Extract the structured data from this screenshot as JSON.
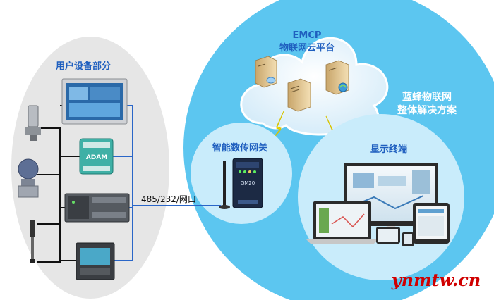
{
  "left_panel": {
    "title": "用户设备部分"
  },
  "cloud": {
    "line1": "EMCP",
    "line2": "物联网云平台"
  },
  "solution": {
    "line1": "蓝蜂物联网",
    "line2": "整体解决方案"
  },
  "gateway": {
    "title": "智能数传网关",
    "device_label": "GM20"
  },
  "display": {
    "title": "显示终端"
  },
  "link": {
    "label": "485/232/网口"
  },
  "devices": {
    "adam_label": "ADAM"
  },
  "watermark": {
    "text": "ynmtw.cn"
  },
  "colors": {
    "big_circle": "#5cc6f0",
    "left_oval": "#e6e6e6",
    "small_circle": "#c9ecfb",
    "title_blue": "#1f5fbf",
    "wire": "#2a66c8",
    "lightning": "#f5e100",
    "watermark": "#d00000"
  }
}
